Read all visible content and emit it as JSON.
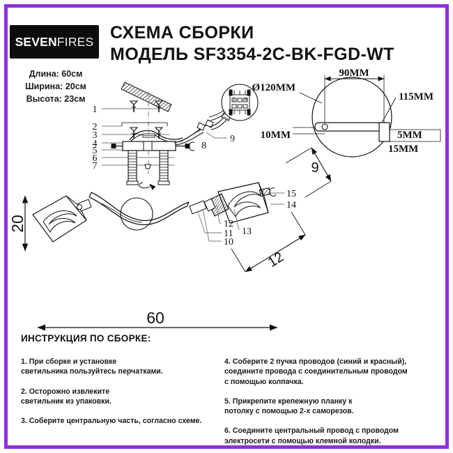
{
  "header": {
    "logo_bold": "SEVEN",
    "logo_light": "FIRES",
    "title_line1": "СХЕМА СБОРКИ",
    "title_line2": "МОДЕЛЬ SF3354-2C-BK-FGD-WT",
    "dim_length": "Длина: 60см",
    "dim_width": "Ширина: 20см",
    "dim_height": "Высота: 23см"
  },
  "exploded_callouts": [
    "1",
    "2",
    "3",
    "4",
    "5",
    "6",
    "7",
    "8",
    "9"
  ],
  "terminal_detail": {
    "live": "L",
    "neutral": "N"
  },
  "plate_dimensions": {
    "diameter": "Ø120MM",
    "width_90": "90MM",
    "height_115": "115MM",
    "left_10": "10MM",
    "right_5": "5MM",
    "bottom_15": "15MM"
  },
  "assembly_callouts": [
    "10",
    "11",
    "12",
    "13",
    "14",
    "15"
  ],
  "assembly_dimensions": {
    "height_20": "20",
    "length_60": "60",
    "depth_12": "12",
    "offset_9": "9"
  },
  "instructions": {
    "title": "ИНСТРУКЦИЯ ПО СБОРКЕ:",
    "left": [
      "1. При сборке и установке\nсветильника пользуйтесь перчатками.",
      "2. Осторожно извлеките\nсветильник из упаковки.",
      "3. Соберите центральную часть, согласно схеме."
    ],
    "right": [
      "4. Соберите 2 пучка проводов (синий и красный),\nсоедините провода с соединительным проводом\nс помощью колпачка.",
      "5. Прикрепите крепежную планку к\nпотолку с помощью 2-х саморезов.",
      "6. Соедините центральный провод с проводом\nэлектросети с помощью клемной колодки."
    ]
  },
  "colors": {
    "border": "#9030e0",
    "logo_bg": "#0d0d0d",
    "ink": "#111111"
  }
}
